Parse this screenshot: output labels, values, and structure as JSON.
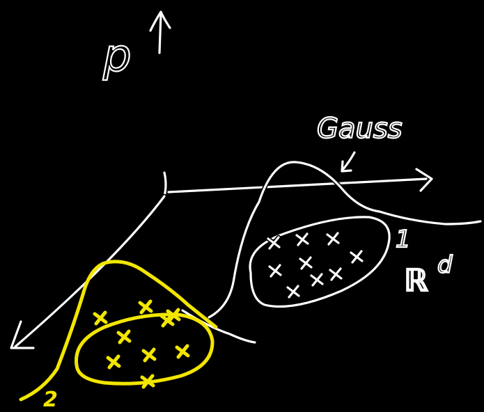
{
  "labels": {
    "density_axis": "p",
    "gauss": "Gauss",
    "cluster_1": "1",
    "cluster_2": "2",
    "space": "ℝ",
    "space_exponent": "d"
  },
  "colors": {
    "background": "#000000",
    "outline_ink": "#ffffff",
    "cluster_2_ink": "#f2e600"
  },
  "icons": {
    "up_arrow": "arrow-up-icon",
    "right_arrow": "arrow-right-icon",
    "left_arrow": "arrow-down-left-icon",
    "pointer_arrow": "arrow-down-icon",
    "marker": "x-mark-icon"
  },
  "cluster_1_points": 9,
  "cluster_2_points": 9
}
